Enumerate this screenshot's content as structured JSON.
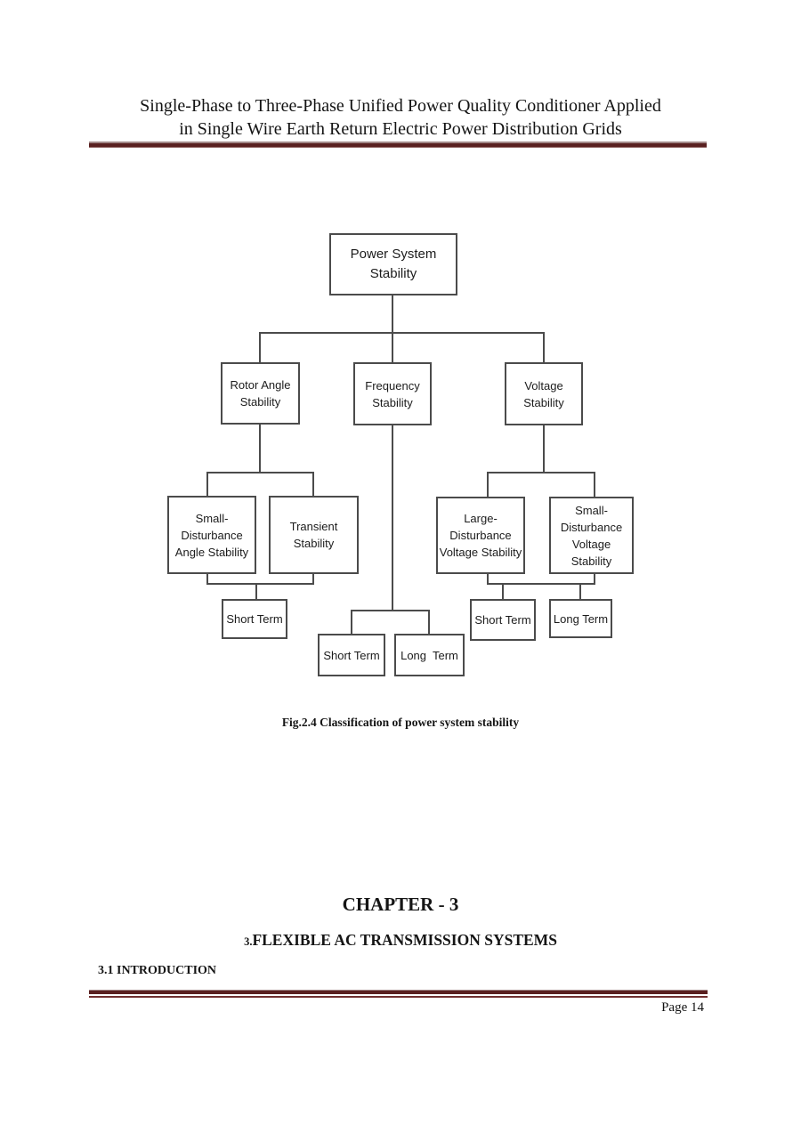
{
  "header": {
    "line1": "Single-Phase to Three-Phase Unified Power Quality Conditioner Applied",
    "line2": "in Single Wire Earth Return Electric Power Distribution Grids"
  },
  "figure": {
    "caption": "Fig.2.4 Classification of power system stability",
    "nodes": {
      "root": "Power System\nStability",
      "rotor_angle": "Rotor Angle\nStability",
      "frequency": "Frequency\nStability",
      "voltage": "Voltage\nStability",
      "small_dist_angle": "Small-Disturbance\nAngle Stability",
      "transient": "Transient\nStability",
      "large_dist_voltage": "Large-\nDisturbance\nVoltage Stability",
      "small_dist_voltage": "Small-\nDisturbance\nVoltage Stability",
      "short_term_angle": "Short Term",
      "short_term_freq": "Short Term",
      "long_term_freq": "Long  Term",
      "short_term_voltage": "Short Term",
      "long_term_voltage": "Long Term"
    }
  },
  "chapter": {
    "title": "CHAPTER - 3",
    "heading_number": "3.",
    "heading_text": "FLEXIBLE AC TRANSMISSION SYSTEMS",
    "section": "3.1 INTRODUCTION"
  },
  "footer": {
    "page_label": "Page 14"
  },
  "colors": {
    "rule_dark": "#5a2020",
    "rule_light": "#a18787",
    "rule_thin": "#713030",
    "line_gray": "#4b4b4b"
  }
}
